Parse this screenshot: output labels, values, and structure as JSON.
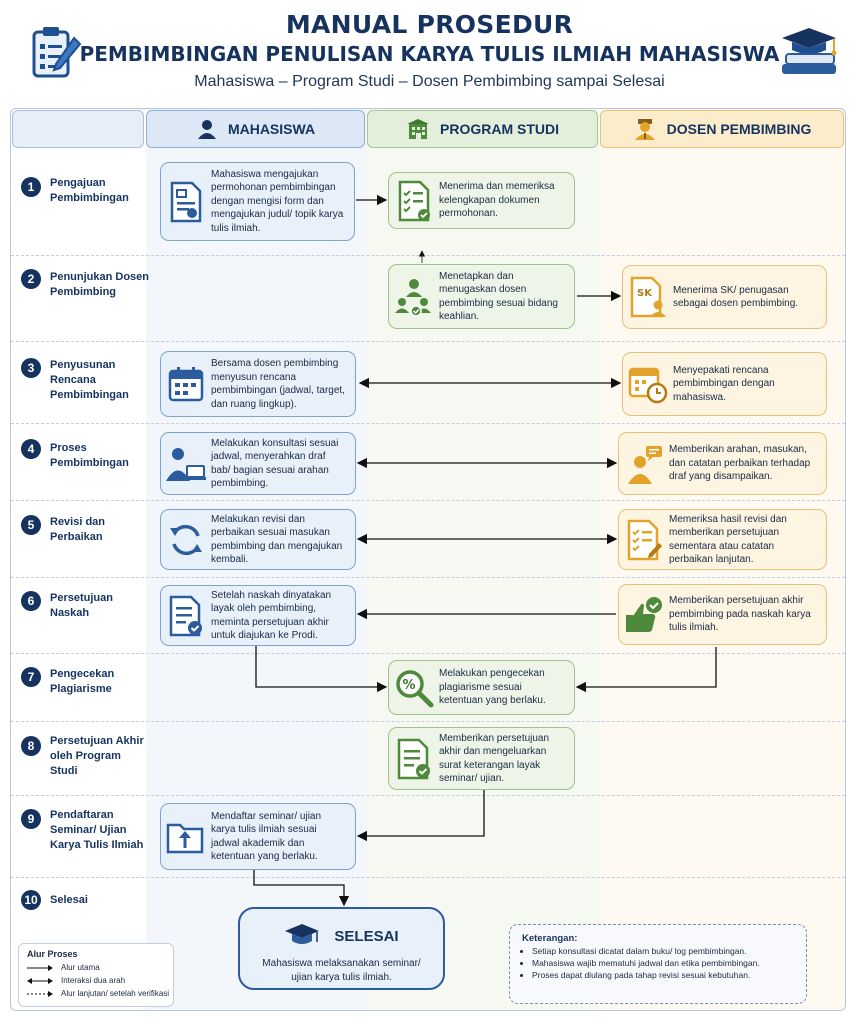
{
  "header": {
    "title_line1": "MANUAL PROSEDUR",
    "title_line2": "PEMBIMBINGAN PENULISAN KARYA TULIS ILMIAH MAHASISWA",
    "subtitle": "Mahasiswa – Program Studi – Dosen Pembimbing sampai Selesai"
  },
  "columns": {
    "mahasiswa": "MAHASISWA",
    "prodi": "PROGRAM STUDI",
    "dosen": "DOSEN PEMBIMBING"
  },
  "steps": [
    {
      "num": "1",
      "label": "Pengajuan Pembimbingan"
    },
    {
      "num": "2",
      "label": "Penunjukan Dosen Pembimbing"
    },
    {
      "num": "3",
      "label": "Penyusunan Rencana Pembimbingan"
    },
    {
      "num": "4",
      "label": "Proses Pembimbingan"
    },
    {
      "num": "5",
      "label": "Revisi dan Perbaikan"
    },
    {
      "num": "6",
      "label": "Persetujuan Naskah"
    },
    {
      "num": "7",
      "label": "Pengecekan Plagiarisme"
    },
    {
      "num": "8",
      "label": "Persetujuan Akhir oleh Program Studi"
    },
    {
      "num": "9",
      "label": "Pendaftaran Seminar/ Ujian Karya Tulis Ilmiah"
    },
    {
      "num": "10",
      "label": "Selesai"
    }
  ],
  "boxes": {
    "m1": "Mahasiswa mengajukan permohonan pembimbingan dengan mengisi form dan mengajukan judul/ topik karya tulis ilmiah.",
    "p1": "Menerima dan memeriksa kelengkapan dokumen permohonan.",
    "p2": "Menetapkan dan menugaskan dosen pembimbing sesuai bidang keahlian.",
    "d2": "Menerima SK/ penugasan sebagai dosen pembimbing.",
    "m3": "Bersama dosen pembimbing menyusun rencana pembimbingan (jadwal, target, dan ruang lingkup).",
    "d3": "Menyepakati rencana pembimbingan dengan mahasiswa.",
    "m4": "Melakukan konsultasi sesuai jadwal, menyerahkan draf bab/ bagian sesuai arahan pembimbing.",
    "d4": "Memberikan arahan, masukan, dan catatan perbaikan terhadap draf yang disampaikan.",
    "m5": "Melakukan revisi dan perbaikan sesuai masukan pembimbing dan mengajukan kembali.",
    "d5": "Memeriksa hasil revisi dan memberikan persetujuan sementara atau catatan perbaikan lanjutan.",
    "m6": "Setelah naskah dinyatakan layak oleh pembimbing, meminta persetujuan akhir untuk diajukan ke Prodi.",
    "d6": "Memberikan persetujuan akhir pembimbing pada naskah karya tulis ilmiah.",
    "p7": "Melakukan pengecekan plagiarisme sesuai ketentuan yang berlaku.",
    "p8": "Memberikan persetujuan akhir dan mengeluarkan surat keterangan layak seminar/ ujian.",
    "m9": "Mendaftar seminar/ ujian karya tulis ilmiah sesuai jadwal akademik dan ketentuan yang berlaku."
  },
  "icon_names": {
    "sk_badge": "SK",
    "percent": "%"
  },
  "finish": {
    "title": "SELESAI",
    "text": "Mahasiswa melaksanakan seminar/ ujian karya tulis ilmiah."
  },
  "legend": {
    "title": "Alur Proses",
    "items": [
      "Alur utama",
      "Interaksi dua arah",
      "Alur lanjutan/ setelah verifikasi"
    ]
  },
  "notes": {
    "title": "Keterangan:",
    "items": [
      "Setiap konsultasi dicatat dalam buku/ log pembimbingan.",
      "Mahasiswa wajib mematuhi jadwal dan etika pembimbingan.",
      "Proses dapat diulang pada tahap revisi sesuai kebutuhan."
    ]
  },
  "colors": {
    "navy": "#16335f",
    "blue": "#2c5c9e",
    "green": "#4f8a3c",
    "gold": "#e3a32a"
  }
}
